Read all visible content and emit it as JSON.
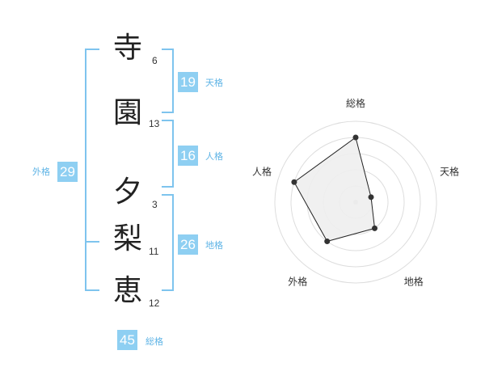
{
  "name_chars": [
    {
      "char": "寺",
      "strokes": "6"
    },
    {
      "char": "園",
      "strokes": "13"
    },
    {
      "char": "夕",
      "strokes": "3"
    },
    {
      "char": "梨",
      "strokes": "11"
    },
    {
      "char": "恵",
      "strokes": "12"
    }
  ],
  "kaku": {
    "tenkaku": {
      "value": "19",
      "label": "天格"
    },
    "jinkaku": {
      "value": "16",
      "label": "人格"
    },
    "chikaku": {
      "value": "26",
      "label": "地格"
    },
    "gaikaku": {
      "value": "29",
      "label": "外格"
    },
    "soukaku": {
      "value": "45",
      "label": "総格"
    }
  },
  "colors": {
    "accent": "#8ecff2",
    "accent_text": "#5fb4e6",
    "radar_fill": "#eeeeee",
    "radar_stroke": "#222222"
  },
  "chart_data": {
    "type": "radar",
    "axes": [
      "総格",
      "天格",
      "地格",
      "外格",
      "人格"
    ],
    "scale": {
      "min": 0,
      "max": 5,
      "rings": 5
    },
    "values": [
      4,
      1,
      2,
      3,
      4
    ]
  }
}
